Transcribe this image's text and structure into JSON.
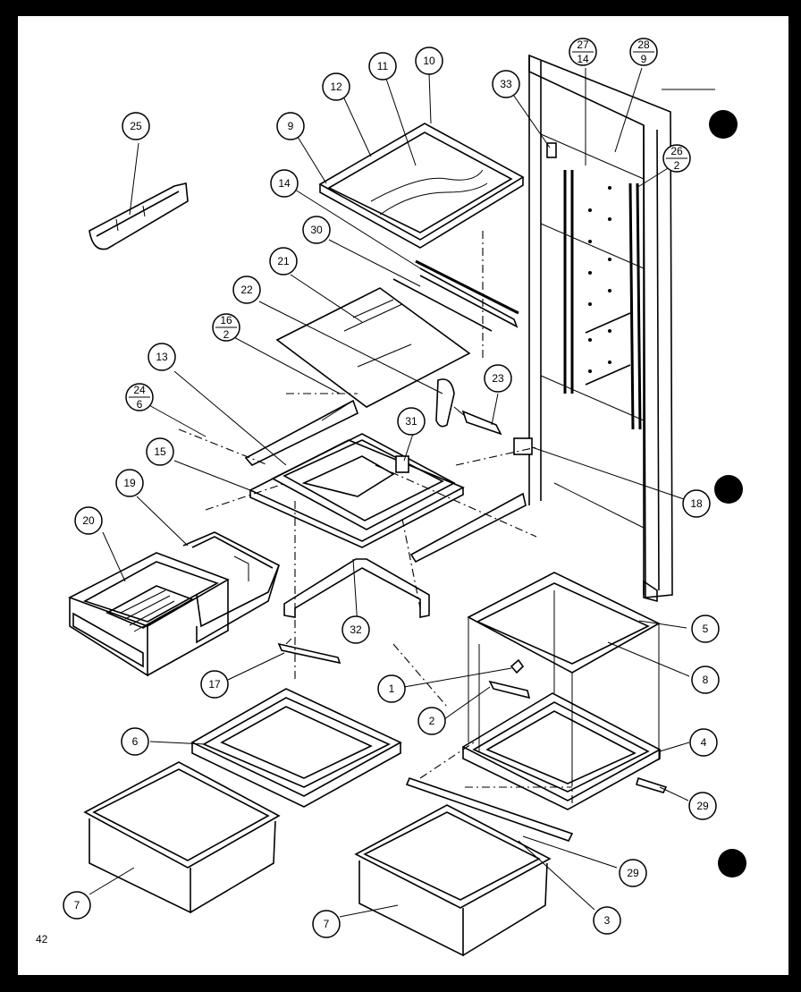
{
  "page_number": "42",
  "callouts": {
    "c1": "1",
    "c2": "2",
    "c3": "3",
    "c4": "4",
    "c5": "5",
    "c6": "6",
    "c7a": "7",
    "c7b": "7",
    "c8": "8",
    "c9": "9",
    "c10": "10",
    "c11": "11",
    "c12": "12",
    "c13": "13",
    "c14": "14",
    "c15": "15",
    "c17": "17",
    "c18": "18",
    "c19": "19",
    "c20": "20",
    "c21": "21",
    "c22": "22",
    "c23": "23",
    "c25": "25",
    "c29a": "29",
    "c29b": "29",
    "c30": "30",
    "c31": "31",
    "c32": "32",
    "c33": "33",
    "f16_top": "16",
    "f16_bot": "2",
    "f24_top": "24",
    "f24_bot": "6",
    "f26_top": "26",
    "f26_bot": "2",
    "f27_top": "27",
    "f27_bot": "14",
    "f28_top": "28",
    "f28_bot": "9"
  }
}
